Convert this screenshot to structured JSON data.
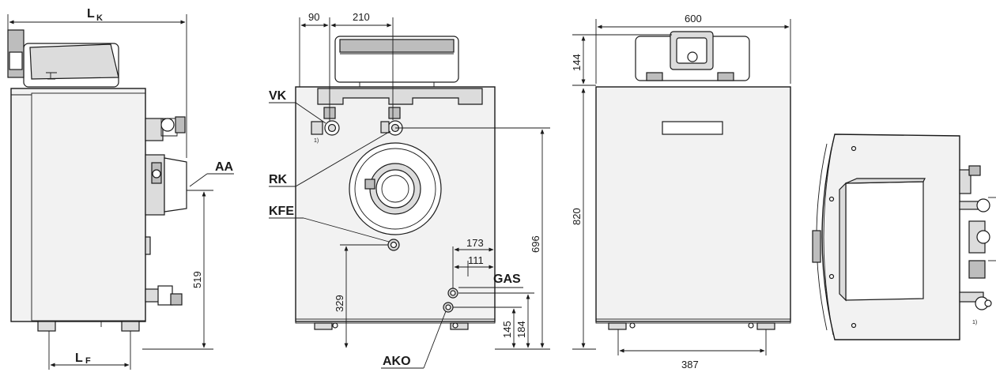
{
  "dimensions": {
    "lk": "L",
    "lk_sub": "K",
    "lf": "L",
    "lf_sub": "F",
    "d519": "519",
    "d90": "90",
    "d210": "210",
    "d696": "696",
    "d173": "173",
    "d111": "111",
    "d329": "329",
    "d145": "145",
    "d184": "184",
    "d600": "600",
    "d144": "144",
    "d820": "820",
    "d387": "387"
  },
  "labels": {
    "vk": "VK",
    "rk": "RK",
    "kfe": "KFE",
    "gas": "GAS",
    "ako": "AKO",
    "aa": "AA"
  },
  "footnotes": {
    "note1_front": "1)",
    "note1_right": "1)"
  }
}
